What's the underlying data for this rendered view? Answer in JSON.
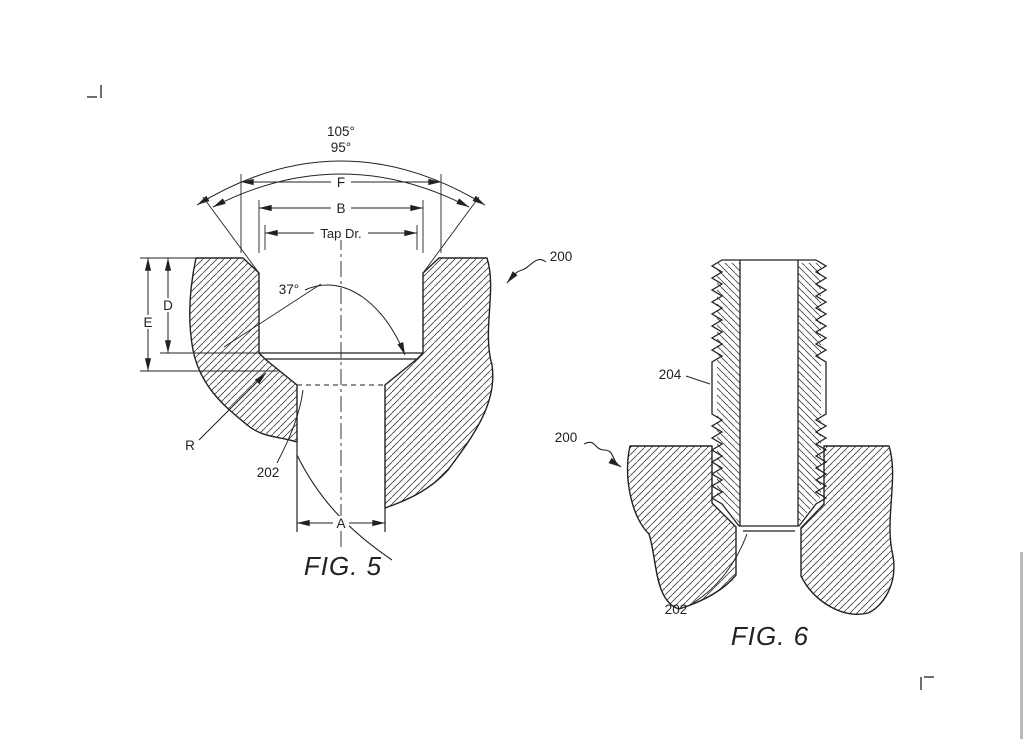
{
  "figures": {
    "fig5": {
      "caption": "FIG. 5",
      "labels": {
        "angle_upper": "105°",
        "angle_lower": "95°",
        "dim_f": "F",
        "dim_b": "B",
        "tap_drill": "Tap Dr.",
        "dim_d": "D",
        "dim_e": "E",
        "chamfer_angle": "37°",
        "radius": "R",
        "ref_202": "202",
        "dim_a": "A",
        "ref_200": "200"
      }
    },
    "fig6": {
      "caption": "FIG. 6",
      "labels": {
        "ref_204": "204",
        "ref_200": "200",
        "ref_202": "202"
      }
    }
  },
  "page_marks": {
    "top_left": "_|",
    "bottom_right": "|_"
  },
  "colors": {
    "ink": "#222222",
    "paper": "#ffffff"
  }
}
